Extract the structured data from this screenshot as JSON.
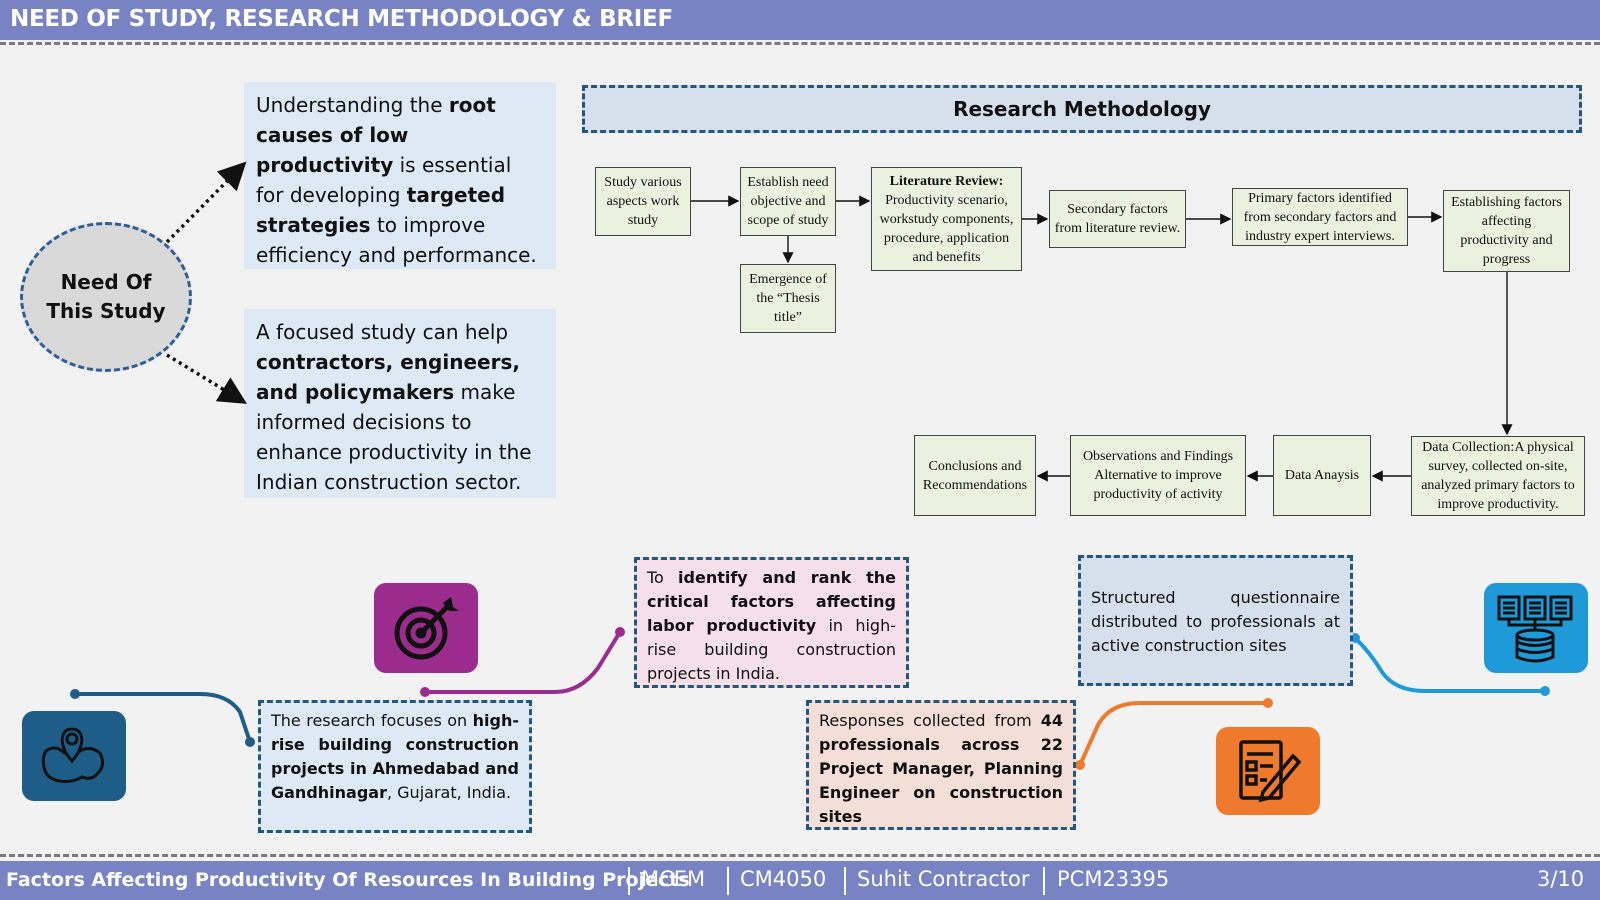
{
  "header": {
    "title": "NEED OF STUDY, RESEARCH METHODOLOGY & BRIEF"
  },
  "need": {
    "circle_label": "Need Of This Study",
    "panel1": [
      {
        "t": "Understanding the ",
        "b": false
      },
      {
        "t": "root causes of low productivity",
        "b": true
      },
      {
        "t": " is essential for developing ",
        "b": false
      },
      {
        "t": "targeted strategies",
        "b": true
      },
      {
        "t": " to improve efficiency and performance.",
        "b": false
      }
    ],
    "panel2": [
      {
        "t": "A focused study can help ",
        "b": false
      },
      {
        "t": "contractors, engineers, and policymakers",
        "b": true
      },
      {
        "t": " make informed decisions to enhance productivity in the Indian construction sector.",
        "b": false
      }
    ]
  },
  "methodology": {
    "title": "Research Methodology",
    "boxes": {
      "study_aspects": "Study various aspects work study",
      "objective": "Establish need objective and scope of study",
      "emergence": "Emergence of the “Thesis title”",
      "lit_title": "Literature Review:",
      "lit_body": "Productivity scenario, workstudy components, procedure, application and benefits",
      "secondary": "Secondary factors from literature review.",
      "primary": "Primary factors identified from secondary factors and industry expert interviews.",
      "establishing": "Establishing factors affecting productivity and progress",
      "data_collection": "Data Collection:A physical survey, collected on-site, analyzed primary factors to improve productivity.",
      "analysis": "Data Anaysis",
      "observations": "Observations and Findings Alternative to improve productivity of activity",
      "conclusions": "Conclusions and Recommendations"
    }
  },
  "brief": {
    "location": [
      {
        "t": "The research focuses on ",
        "b": false
      },
      {
        "t": "high-rise building construction projects in Ahmedabad and Gandhinagar",
        "b": true
      },
      {
        "t": ", Gujarat, India.",
        "b": false
      }
    ],
    "objective": [
      {
        "t": "To ",
        "b": false
      },
      {
        "t": "identify and rank the critical factors affecting labor productivity",
        "b": true
      },
      {
        "t": " in high-rise building construction projects in India.",
        "b": false
      }
    ],
    "responses": [
      {
        "t": "Responses collected from ",
        "b": false
      },
      {
        "t": "44 professionals across 22 Project Manager, Planning Engineer on construction sites",
        "b": true
      }
    ],
    "questionnaire": [
      {
        "t": "Structured questionnaire distributed to professionals at active construction sites",
        "b": false
      }
    ]
  },
  "icons": {
    "map": "map-location-icon",
    "target": "target-arrow-icon",
    "form": "form-edit-icon",
    "database": "database-icon"
  },
  "colors": {
    "header_bg": "#7783c3",
    "navy": "#24577d",
    "purple": "#9b2c8e",
    "orange": "#ef7a2e",
    "sky": "#1f9ad9",
    "teal": "#1e5d88"
  },
  "footer": {
    "title": "Factors Affecting Productivity Of Resources In Building Projects",
    "program": "MCEM",
    "course": "CM4050",
    "author": "Suhit Contractor",
    "roll": "PCM23395",
    "page": "3/10"
  }
}
